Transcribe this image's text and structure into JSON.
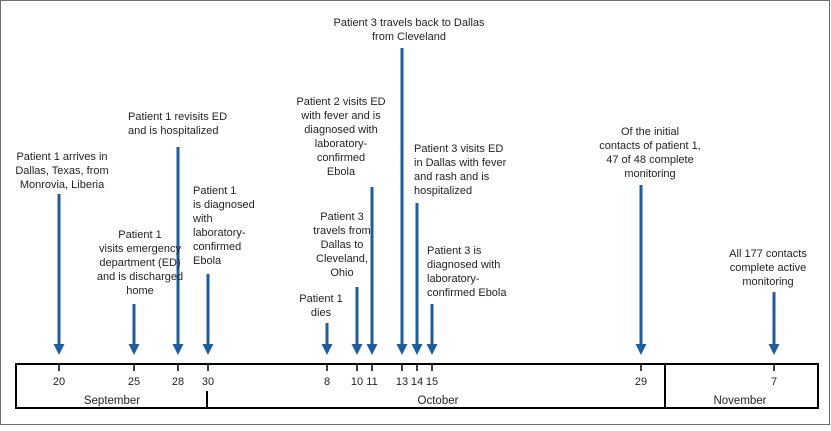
{
  "events": [
    {
      "id": "p1-arrives",
      "date_label": "20",
      "lines": [
        "Patient 1 arrives in",
        "Dallas, Texas, from",
        "Monrovia, Liberia"
      ]
    },
    {
      "id": "p1-visits-ed",
      "date_label": "25",
      "lines": [
        "Patient 1",
        "visits emergency",
        "department (ED)",
        "and is discharged",
        "home"
      ]
    },
    {
      "id": "p1-revisits-ed",
      "date_label": "28",
      "lines": [
        "Patient 1 revisits ED",
        "and is hospitalized"
      ]
    },
    {
      "id": "p1-diagnosed",
      "date_label": "30",
      "lines": [
        "Patient 1",
        "is diagnosed",
        "with",
        "laboratory-",
        "confirmed",
        "Ebola"
      ]
    },
    {
      "id": "p1-dies",
      "date_label": "8",
      "lines": [
        "Patient 1",
        "dies"
      ]
    },
    {
      "id": "p3-travels-cleveland",
      "date_label": "10",
      "lines": [
        "Patient 3",
        "travels from",
        "Dallas to",
        "Cleveland,",
        "Ohio"
      ]
    },
    {
      "id": "p2-visits-ed",
      "date_label": "11",
      "lines": [
        "Patient 2 visits ED",
        "with fever and is",
        "diagnosed with",
        "laboratory-",
        "confirmed",
        "Ebola"
      ]
    },
    {
      "id": "p3-travels-back",
      "date_label": "13",
      "lines": [
        "Patient 3 travels back to Dallas",
        "from Cleveland"
      ]
    },
    {
      "id": "p3-visits-ed",
      "date_label": "14",
      "lines": [
        "Patient 3 visits ED",
        "in Dallas with fever",
        "and rash and is",
        "hospitalized"
      ]
    },
    {
      "id": "p3-diagnosed",
      "date_label": "15",
      "lines": [
        "Patient 3 is",
        "diagnosed with",
        "laboratory-",
        "confirmed Ebola"
      ]
    },
    {
      "id": "contacts-47-of-48",
      "date_label": "29",
      "lines": [
        "Of the initial",
        "contacts of patient 1,",
        "47 of 48 complete",
        "monitoring"
      ]
    },
    {
      "id": "contacts-all-177",
      "date_label": "7",
      "lines": [
        "All 177 contacts",
        "complete active",
        "monitoring"
      ]
    }
  ],
  "months": [
    "September",
    "October",
    "November"
  ],
  "colors": {
    "arrow": "#1f5d9b",
    "text": "#231f20",
    "axis": "#000000"
  }
}
